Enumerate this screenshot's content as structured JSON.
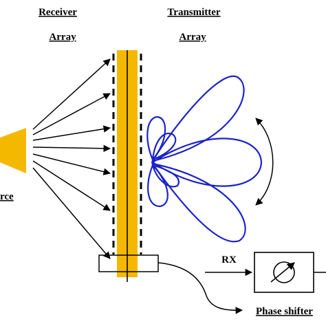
{
  "labels": {
    "receiver": "Receiver",
    "receiver_array": "Array",
    "transmitter": "Transmitter",
    "transmitter_array": "Array",
    "source": "rce",
    "rx": "RX",
    "phase_shifter": "Phase shifter"
  },
  "colors": {
    "array_fill": "#F5B800",
    "source_fill": "#F5B800",
    "beam": "#1A22C8",
    "line": "#000000"
  },
  "icons": {
    "phase_shifter_symbol": "circle-with-diagonal-arrow"
  }
}
